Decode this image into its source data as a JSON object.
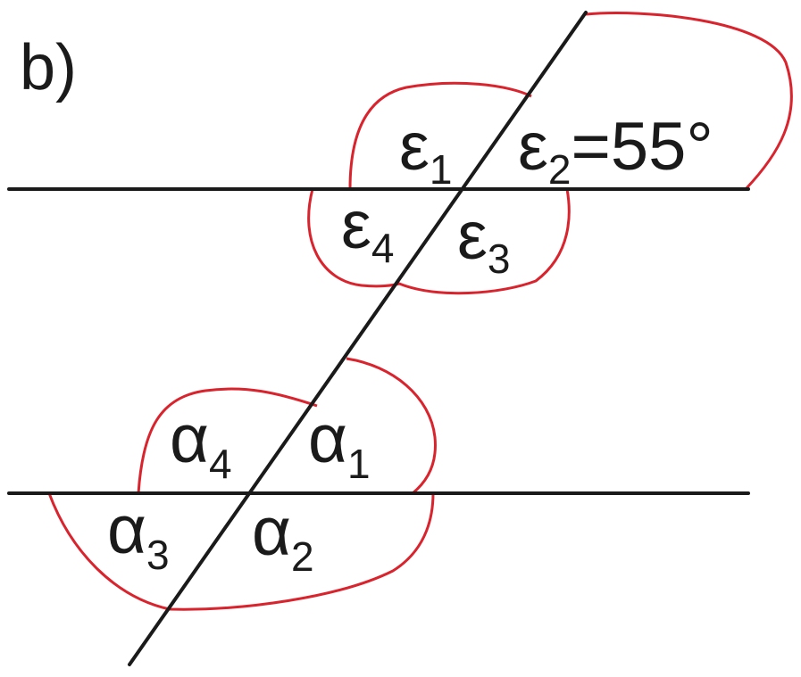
{
  "panel_label": "b)",
  "colors": {
    "line": "#1a1a1a",
    "marker": "#d9232d"
  },
  "angles_top": {
    "e1": {
      "symbol": "ε",
      "index": "1"
    },
    "e2": {
      "symbol": "ε",
      "index": "2",
      "value": "=55°"
    },
    "e3": {
      "symbol": "ε",
      "index": "3"
    },
    "e4": {
      "symbol": "ε",
      "index": "4"
    }
  },
  "angles_bottom": {
    "a1": {
      "symbol": "α",
      "index": "1"
    },
    "a2": {
      "symbol": "α",
      "index": "2"
    },
    "a3": {
      "symbol": "α",
      "index": "3"
    },
    "a4": {
      "symbol": "α",
      "index": "4"
    }
  }
}
